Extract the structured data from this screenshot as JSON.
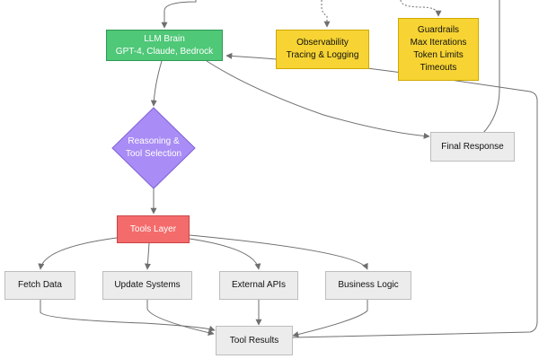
{
  "nodes": {
    "llm_brain": {
      "line1": "LLM Brain",
      "line2": "GPT-4, Claude, Bedrock"
    },
    "observability": {
      "line1": "Observability",
      "line2": "Tracing & Logging"
    },
    "guardrails": {
      "line1": "Guardrails",
      "line2": "Max Iterations",
      "line3": "Token Limits",
      "line4": "Timeouts"
    },
    "reasoning": {
      "line1": "Reasoning &",
      "line2": "Tool Selection"
    },
    "final_response": {
      "label": "Final Response"
    },
    "tools_layer": {
      "label": "Tools Layer"
    },
    "fetch_data": {
      "label": "Fetch Data"
    },
    "update_systems": {
      "label": "Update Systems"
    },
    "external_apis": {
      "label": "External APIs"
    },
    "business_logic": {
      "label": "Business Logic"
    },
    "tool_results": {
      "label": "Tool Results"
    }
  },
  "colors": {
    "llm_brain": "#4fc878",
    "observability": "#f7d433",
    "guardrails": "#f7d433",
    "reasoning": "#a98cf5",
    "tools_layer": "#f46b6b",
    "default_node": "#ececec",
    "edge": "#6f6f6f"
  }
}
